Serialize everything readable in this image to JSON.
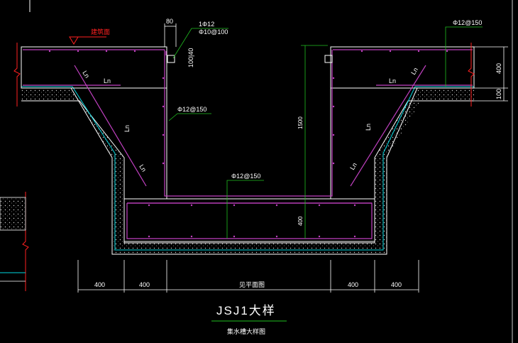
{
  "drawing": {
    "title": "JSJ1大样",
    "subtitle": "集水槽大样图",
    "colors": {
      "background": "#000000",
      "concrete_outline": "#ffffff",
      "cyan_line": "#00d8e0",
      "magenta_rebar": "#c040c0",
      "green_dim": "#20c020",
      "white_text": "#ffffff",
      "red_label": "#ff2020",
      "gray_fill": "#9a9a9a"
    },
    "labels": {
      "top_annotation": "建筑面",
      "dim_80": "80",
      "rebar_1": "1Φ12",
      "rebar_2": "Φ10@100",
      "dim_100_40": "100|40",
      "rebar_left_mid": "Φ12@150",
      "rebar_bottom": "Φ12@150",
      "rebar_right_top": "Φ12@150",
      "ln_a": "Ln",
      "ln_b": "Ln",
      "ln_c": "Ln",
      "ln_d": "Ln",
      "ln_e": "Ln",
      "ln_f": "Ln",
      "ln_g": "Ln",
      "ln_h": "Ln",
      "dim_1500": "1500",
      "dim_400_v": "400",
      "dim_right_400": "400",
      "dim_right_100": "100",
      "bottom_dims": [
        "400",
        "400",
        "见平面图",
        "400",
        "400"
      ]
    }
  }
}
